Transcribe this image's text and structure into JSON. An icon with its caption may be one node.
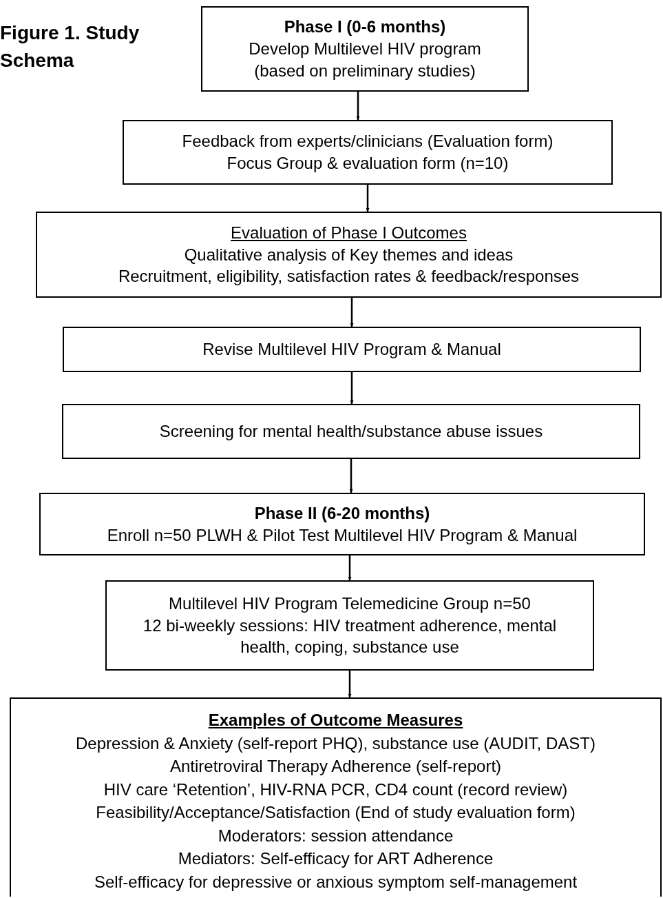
{
  "diagram": {
    "title": "Figure 1. Study Schema",
    "nodes": [
      {
        "text": [
          "Phase I (0-6 months)",
          "Develop Multilevel HIV program (based on preliminary studies)"
        ]
      },
      {
        "text": [
          "Feedback from experts/clinicians (Evaluation form)",
          "Focus Group & evaluation form (n=10)"
        ]
      },
      {
        "text": [
          "Evaluation of Phase I Outcomes",
          "Qualitative analysis of Key themes and ideas",
          "Recruitment, eligibility, satisfaction rates & feedback/responses"
        ]
      },
      {
        "text": [
          "Revise Multilevel HIV Program & Manual"
        ]
      },
      {
        "text": [
          "Screening for mental health/substance abuse issues"
        ]
      },
      {
        "text": [
          "Phase II (6-20 months)",
          "Enroll n=50 PLWH & Pilot Test Multilevel HIV Program & Manual"
        ]
      },
      {
        "text": [
          "Multilevel HIV Program Telemedicine Group n=50",
          "12 bi-weekly sessions: HIV treatment adherence, mental health, coping, substance use"
        ]
      },
      {
        "text": [
          "Examples of Outcome Measures",
          "Depression & Anxiety (self-report PHQ), substance use (AUDIT, DAST)",
          "Antiretroviral Therapy Adherence (self-report)",
          "HIV care ‘Retention’, HIV-RNA PCR, CD4 count (record review)",
          "Feasibility/Acceptance/Satisfaction (End of study evaluation form)",
          "Moderators: session attendance",
          "Mediators: Self-efficacy for ART Adherence",
          "Self-efficacy for depressive or anxious symptom self-management"
        ]
      }
    ],
    "edges": [
      {
        "from": 0,
        "to": 1,
        "arrow": "to"
      },
      {
        "from": 1,
        "to": 2,
        "arrow": "to"
      },
      {
        "from": 2,
        "to": 3,
        "arrow": "to"
      },
      {
        "from": 3,
        "to": 4,
        "arrow": "to"
      },
      {
        "from": 4,
        "to": 5,
        "arrow": "to"
      },
      {
        "from": 5,
        "to": 6,
        "arrow": "to"
      },
      {
        "from": 6,
        "to": 7,
        "arrow": "to"
      }
    ]
  }
}
